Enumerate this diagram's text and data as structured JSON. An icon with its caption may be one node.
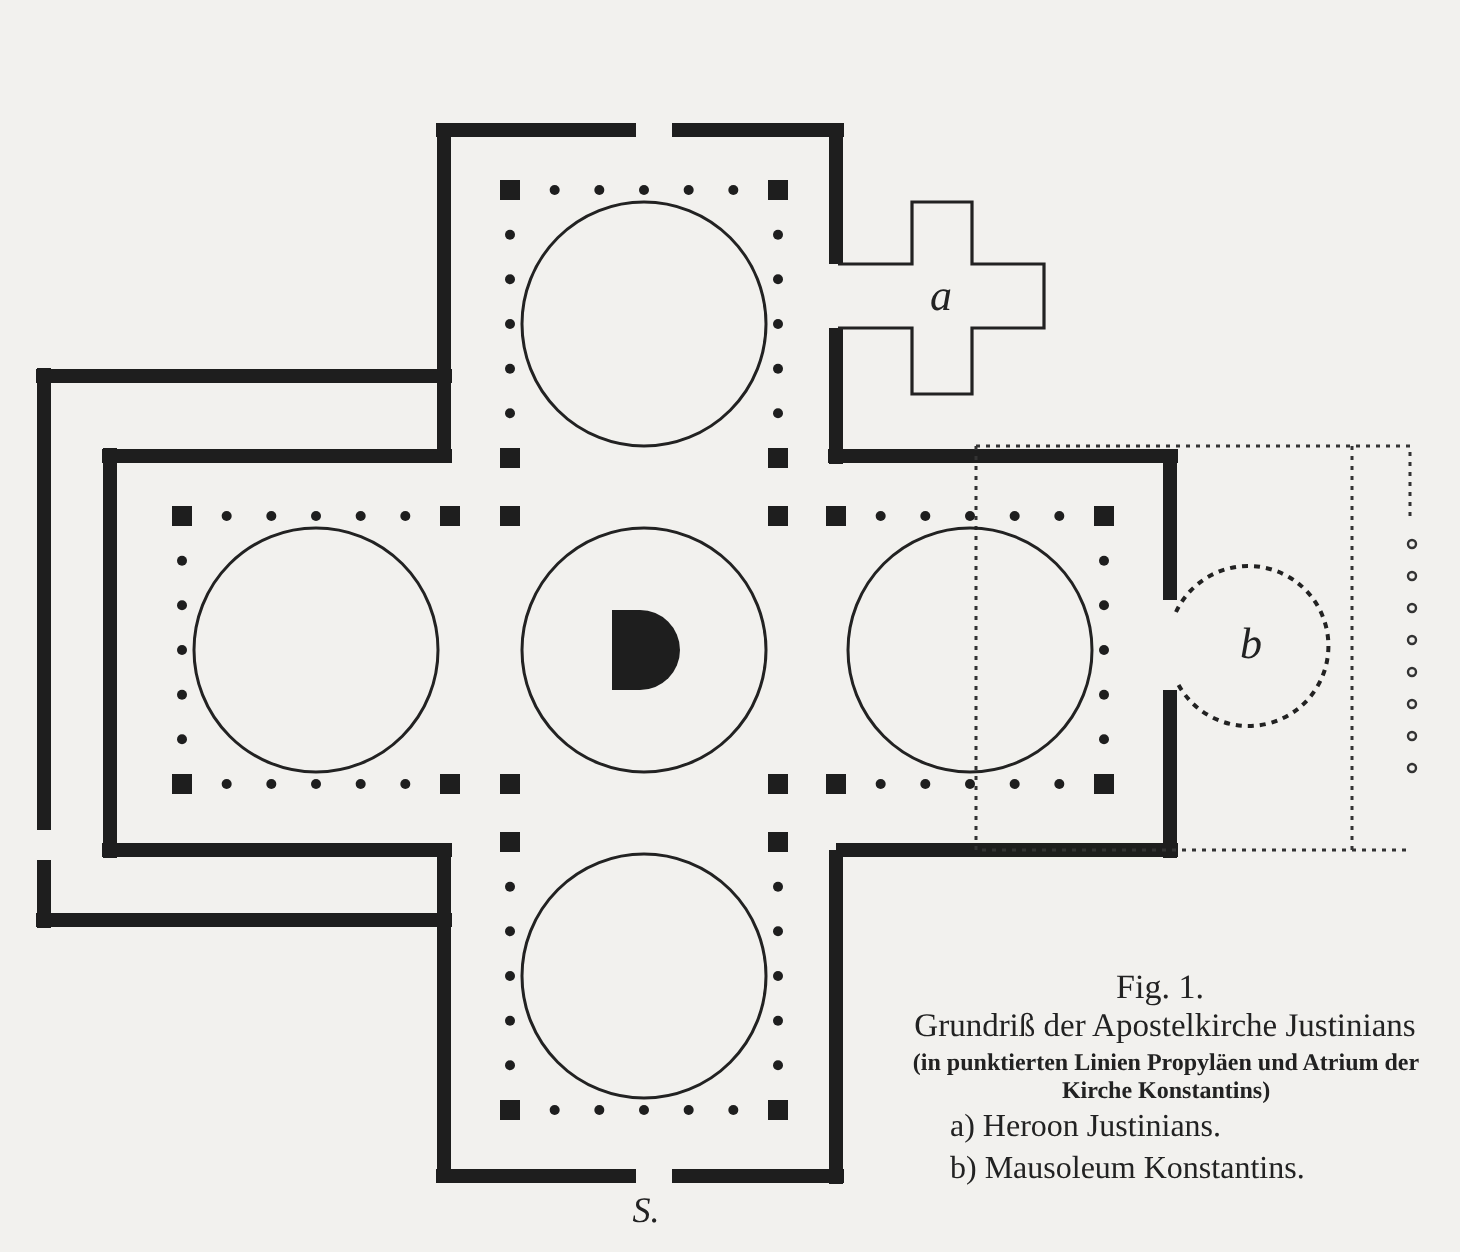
{
  "diagram": {
    "nodes": [
      {
        "text": [
          "a"
        ]
      },
      {
        "text": [
          "b"
        ]
      }
    ],
    "labels": [
      "S.",
      "Fig. 1.",
      "Grundriß der Apostelkirche Justinians",
      "(in punktierten Linien Propyläen und Atrium der Kirche Konstantins)",
      "a) Heroon Justinians.",
      "b) Mausoleum Konstantins."
    ]
  }
}
